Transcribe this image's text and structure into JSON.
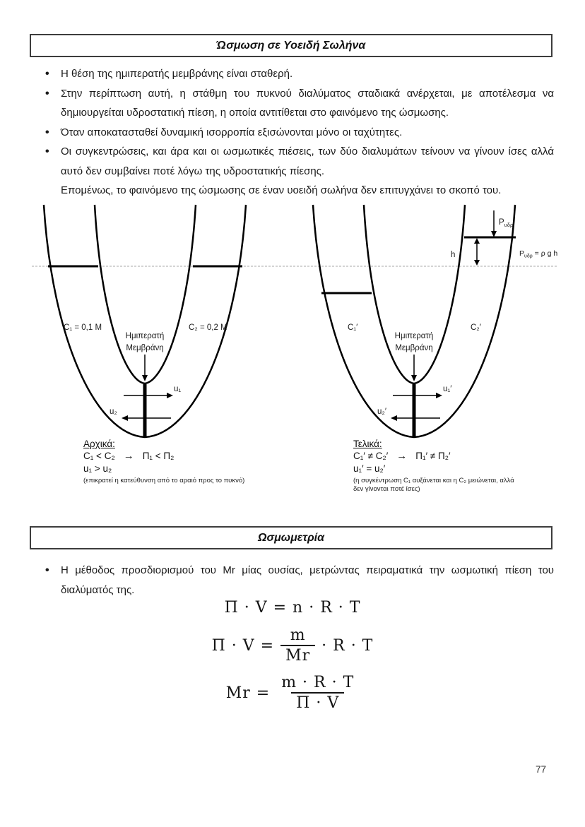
{
  "page": {
    "number": "77"
  },
  "section1": {
    "title": "Ώσμωση σε Υοειδή Σωλήνα",
    "bullets": [
      "Η θέση της ημιπερατής μεμβράνης είναι σταθερή.",
      "Στην περίπτωση αυτή, η στάθμη του πυκνού διαλύματος σταδιακά ανέρχεται, με αποτέλεσμα να δημιουργείται υδροστατική πίεση, η οποία αντιτίθεται στο φαινόμενο της ώσμωσης.",
      "Όταν αποκατασταθεί δυναμική ισορροπία εξισώνονται μόνο οι ταχύτητες.",
      "Οι συγκεντρώσεις, και άρα και οι ωσμωτικές πιέσεις, των δύο διαλυμάτων τείνουν να γίνουν ίσες αλλά αυτό δεν συμβαίνει ποτέ λόγω της υδροστατικής πίεσης."
    ],
    "bullet4_cont": "Επομένως, το φαινόμενο της ώσμωσης σε έναν υοειδή σωλήνα δεν επιτυγχάνει το σκοπό του."
  },
  "diagram": {
    "ref_line_color": "#a8a8a8",
    "left": {
      "c1": "C₁ = 0,1 M",
      "c2": "C₂ = 0,2 M",
      "membrane_line1": "Ημιπερατή",
      "membrane_line2": "Μεμβράνη",
      "u1": "u₁",
      "u2": "u₂",
      "caption_title": "Αρχικά:",
      "line1_left": "C₁ < C₂",
      "line1_arrow": "→",
      "line1_right": "Π₁ < Π₂",
      "line2": "u₁ > u₂",
      "note": "(επικρατεί η κατεύθυνση από το αραιό προς το πυκνό)"
    },
    "right": {
      "c1": "C₁′",
      "c2": "C₂′",
      "p_label": {
        "base": "P",
        "sub": "υδρ"
      },
      "h_label": "h",
      "p_eq": {
        "base": "P",
        "sub": "υδρ",
        "rest": " = ρ g h"
      },
      "membrane_line1": "Ημιπερατή",
      "membrane_line2": "Μεμβράνη",
      "u1": "u₁′",
      "u2": "u₂′",
      "caption_title": "Τελικά:",
      "line1_left": "C₁′ ≠ C₂′",
      "line1_arrow": "→",
      "line1_right": "Π₁′ ≠ Π₂′",
      "line2": "u₁′ = u₂′",
      "note1": "(η συγκέντρωση C₁ αυξάνεται και η C₂ μειώνεται, αλλά",
      "note2": "δεν γίνονται ποτέ ίσες)"
    }
  },
  "section2": {
    "title": "Ωσμωμετρία",
    "bullet": "Η μέθοδος προσδιορισμού του Mr μίας ουσίας, μετρώντας πειραματικά την ωσμωτική πίεση του διαλύματός της.",
    "eq1": "Π · V = n · R · T",
    "eq2": {
      "lhs": "Π · V =",
      "num": "m",
      "den": "Mr",
      "rhs": "· R · T"
    },
    "eq3": {
      "lhs": "Mr =",
      "num": "m · R · T",
      "den": "Π · V"
    }
  }
}
